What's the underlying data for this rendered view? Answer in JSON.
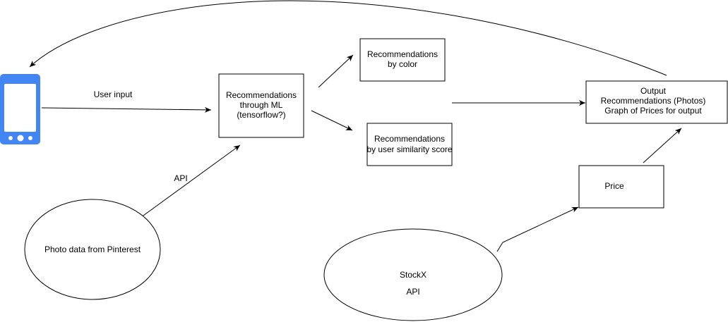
{
  "colors": {
    "stroke": "#000000",
    "fill": "#ffffff",
    "phone_body": "#4285f4",
    "phone_screen": "#ffffff"
  },
  "icons": {
    "phone": "smartphone-icon"
  },
  "labels": {
    "user_input": "User input",
    "api_pinterest": "API"
  },
  "nodes": {
    "ml": {
      "lines": [
        "Recommendations",
        "through ML",
        "(tensorflow?)"
      ]
    },
    "by_color": {
      "lines": [
        "Recommendations",
        "by color"
      ]
    },
    "by_similarity": {
      "lines": [
        "Recommendations",
        "by user similarity score"
      ]
    },
    "output": {
      "lines": [
        "Output",
        "Recommendations (Photos)",
        "Graph of Prices for output"
      ]
    },
    "price": {
      "lines": [
        "Price"
      ]
    },
    "pinterest": {
      "lines": [
        "Photo data from Pinterest"
      ]
    },
    "stockx": {
      "lines": [
        "StockX",
        "API"
      ]
    }
  }
}
